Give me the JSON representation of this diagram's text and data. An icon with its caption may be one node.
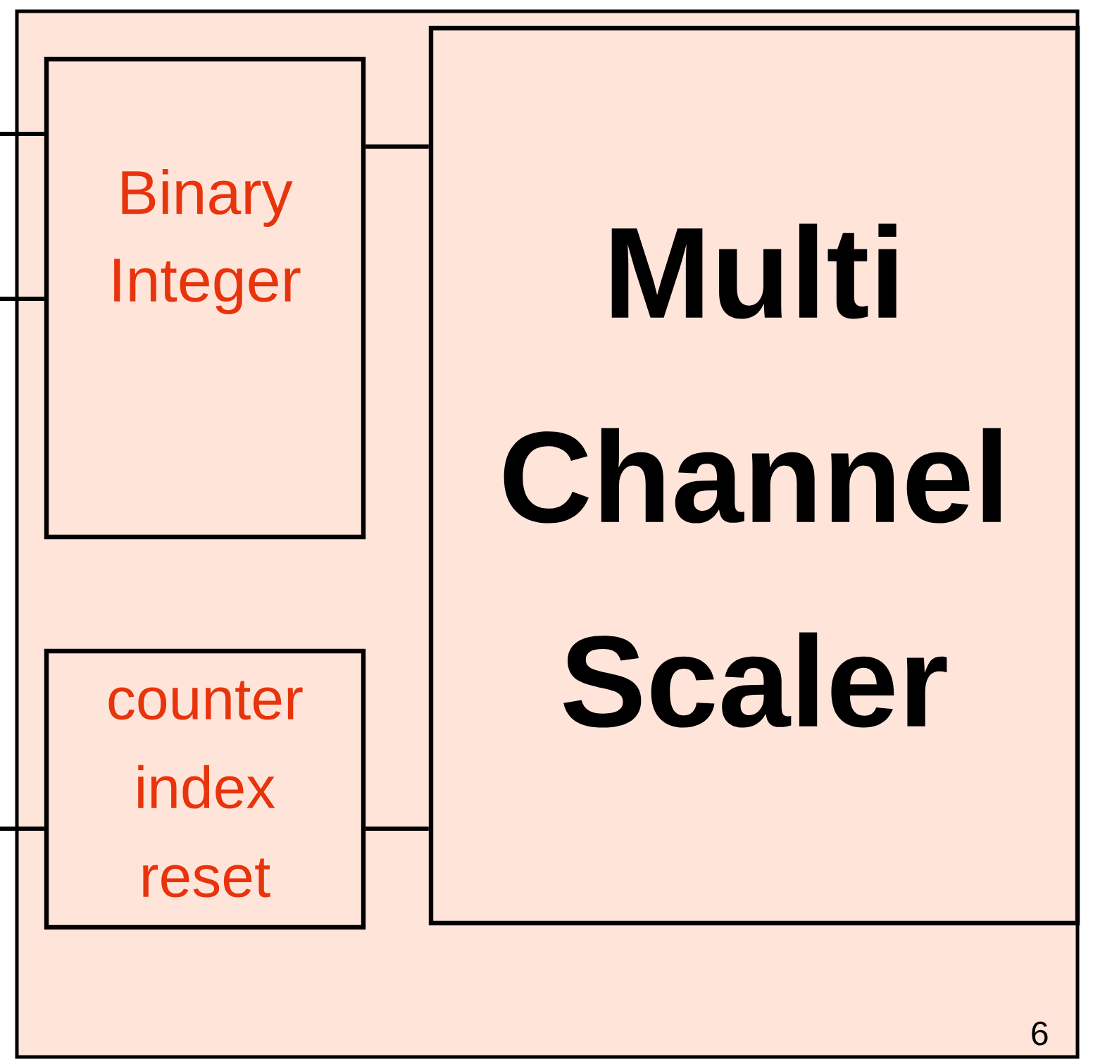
{
  "diagram": {
    "nodes": [
      {
        "text": [],
        "shape": "box"
      },
      {
        "text": [
          "Binary Integer"
        ],
        "in": 0
      },
      {
        "text": [
          "counter index reset"
        ],
        "in": 0
      },
      {
        "text": [
          "Multi Channel Scaler"
        ],
        "in": 0
      }
    ],
    "edges": [
      {
        "from": null,
        "to": 1,
        "arrow": "none"
      },
      {
        "from": null,
        "to": 1,
        "arrow": "none"
      },
      {
        "from": null,
        "to": 2,
        "arrow": "none"
      },
      {
        "from": 1,
        "to": 3,
        "arrow": "none"
      },
      {
        "from": 2,
        "to": 3,
        "arrow": "none"
      }
    ],
    "labels": [
      "6"
    ]
  }
}
